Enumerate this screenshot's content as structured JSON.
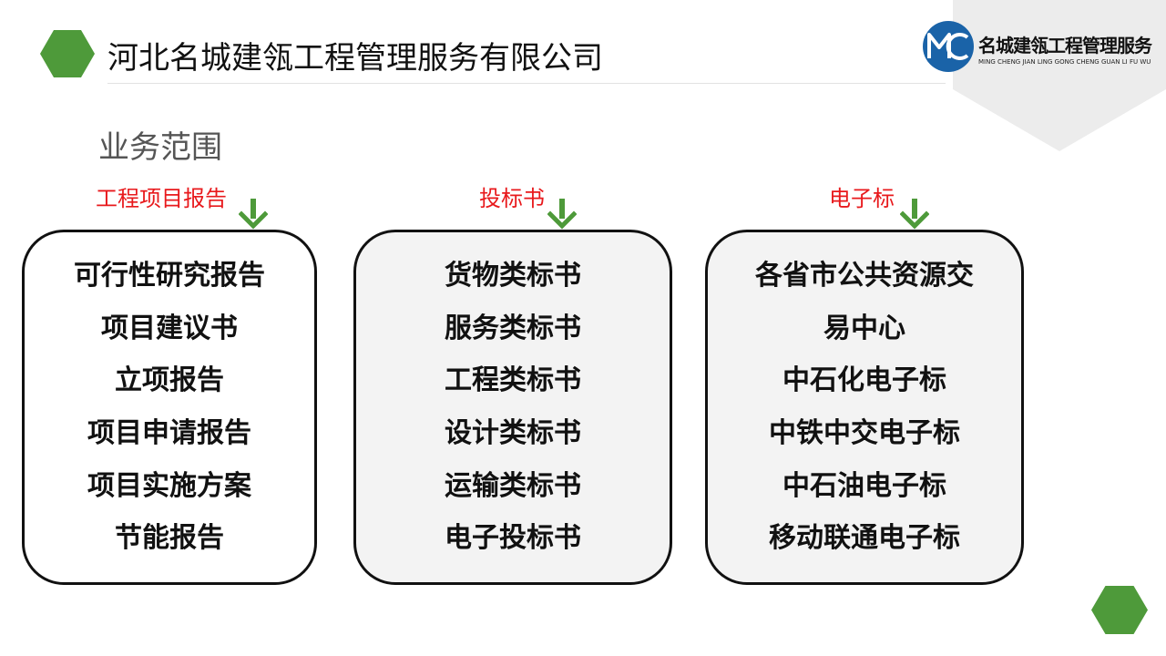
{
  "header": {
    "title": "河北名城建瓴工程管理服务有限公司"
  },
  "logo": {
    "mark_text": "MC",
    "name_cn": "名城建瓴工程管理服务",
    "name_pinyin": "MING CHENG JIAN LING GONG CHENG GUAN LI FU WU"
  },
  "section": {
    "heading": "业务范围"
  },
  "columns": [
    {
      "label": "工程项目报告",
      "items": [
        "可行性研究报告",
        "项目建议书",
        "立项报告",
        "项目申请报告",
        "项目实施方案",
        "节能报告"
      ]
    },
    {
      "label": "投标书",
      "items": [
        "货物类标书",
        "服务类标书",
        "工程类标书",
        "设计类标书",
        "运输类标书",
        "电子投标书"
      ]
    },
    {
      "label": "电子标",
      "items": [
        "各省市公共资源交",
        "易中心",
        "中石化电子标",
        "中铁中交电子标",
        "中石油电子标",
        "移动联通电子标"
      ]
    }
  ],
  "colors": {
    "accent_green": "#4e9a3a",
    "label_red": "#e8191c",
    "logo_blue": "#1a63a8",
    "corner_gray": "#ececec"
  },
  "icons": {
    "hexagon": "hexagon-icon",
    "arrow": "down-arrow-icon",
    "logo": "mc-logo-icon"
  }
}
